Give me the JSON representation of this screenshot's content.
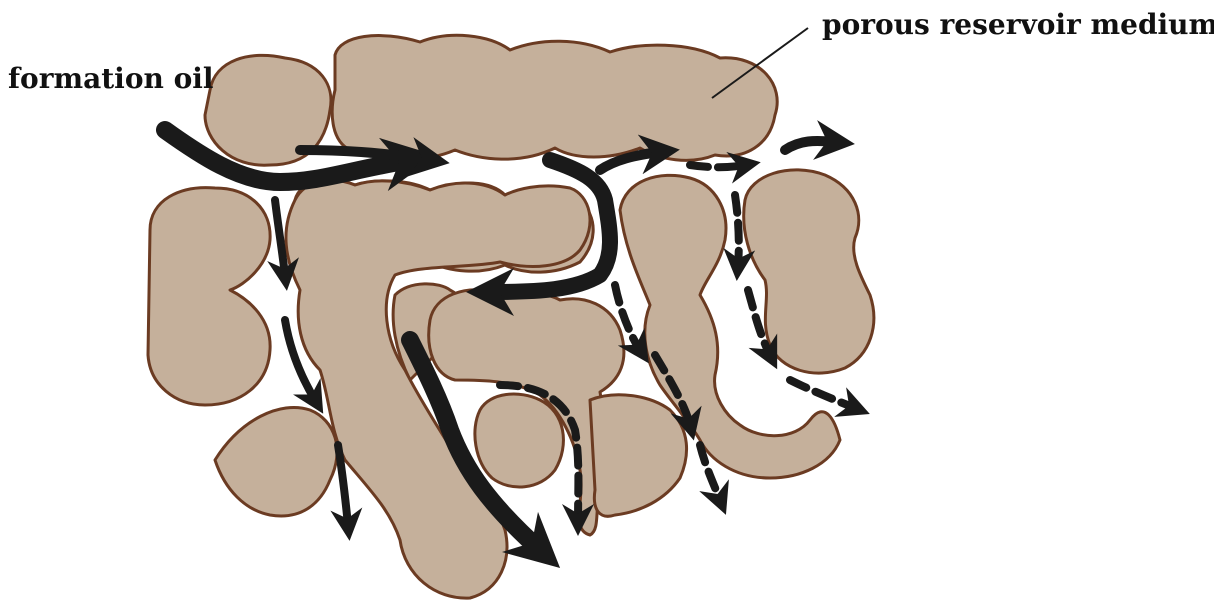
{
  "labels": {
    "formation_oil": "formation oil",
    "porous_medium": "porous reservoir medium"
  },
  "colors": {
    "grain_fill": "#c5b09b",
    "grain_stroke": "#6b3b22",
    "flow_arrow": "#1a1a1a",
    "background": "#ffffff"
  },
  "flow": {
    "main_path": "solid",
    "branch_paths": "dashed"
  }
}
